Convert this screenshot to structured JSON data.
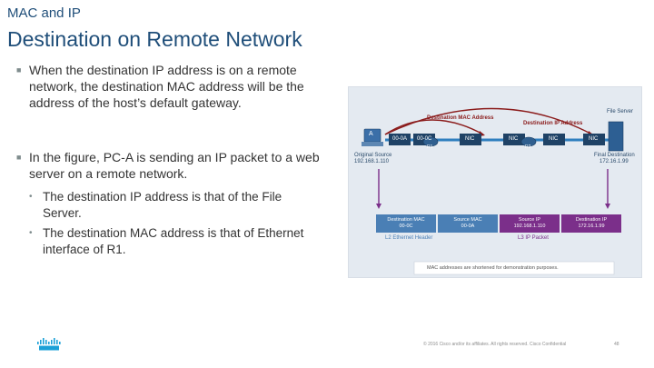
{
  "header": {
    "supertitle": "MAC and IP",
    "title": "Destination on Remote Network"
  },
  "bullets": [
    {
      "text": "When the destination IP address is on a remote network, the destination MAC address will be the address of the host’s default gateway."
    },
    {
      "text": "In the figure, PC-A is sending an IP packet to a web server on a remote network."
    }
  ],
  "sub_bullets": [
    {
      "text": "The destination IP address is that of the File Server."
    },
    {
      "text": "The destination MAC address is that of Ethernet interface of R1."
    }
  ],
  "figure": {
    "dest_mac_label": "Destination MAC Address",
    "dest_ip_label": "Destination IP Address",
    "server_label": "File Server",
    "pc_label": "A",
    "source_label": "Original Source",
    "source_ip": "192.168.1.110",
    "dest_label": "Final Destination",
    "dest_ip": "172.16.1.99",
    "pc_mac": "00-0A",
    "r1_mac": "00-0C",
    "r1_label": "R1",
    "r2_label": "R2",
    "nic_label": "NIC",
    "header_boxes": [
      {
        "title": "Destination MAC",
        "value": "00-0C"
      },
      {
        "title": "Source MAC",
        "value": "00-0A"
      },
      {
        "title": "Source IP",
        "value": "192.168.1.110"
      },
      {
        "title": "Destination IP",
        "value": "172.16.1.99"
      }
    ],
    "l2_label": "L2 Ethernet Header",
    "l3_label": "L3 IP Packet",
    "note": "MAC addresses are shortened for demonstration purposes.",
    "colors": {
      "l2": "#4a7fb5",
      "l3": "#7b2f8a",
      "link": "#2f7fbf"
    }
  },
  "footer": {
    "copyright": "© 2016 Cisco and/or its affiliates. All rights reserved. Cisco Confidential",
    "page": "48"
  },
  "logo": {
    "icon": "cisco-logo"
  }
}
